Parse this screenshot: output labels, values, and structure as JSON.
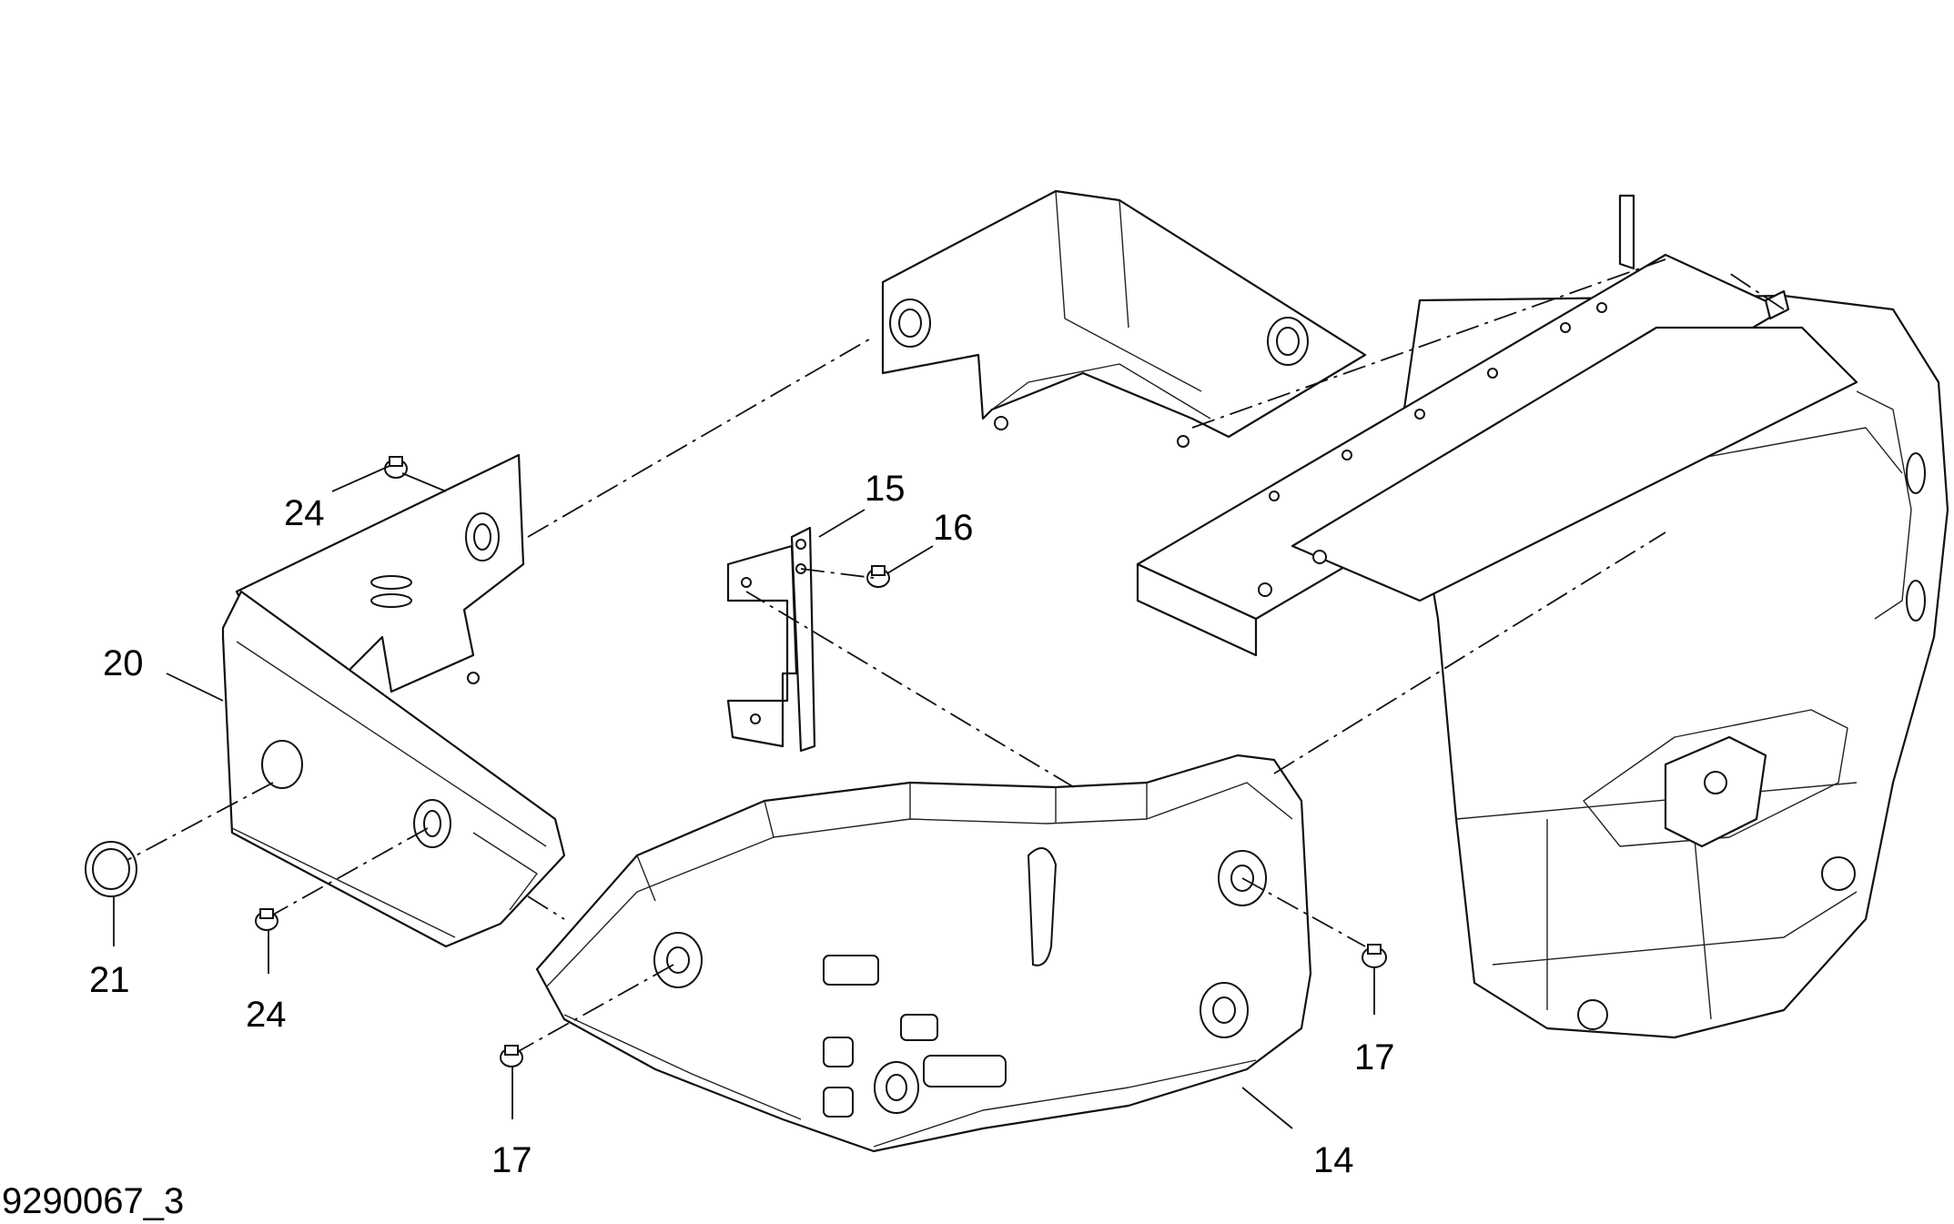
{
  "figure": {
    "id": "9290067_3",
    "callouts": [
      "24",
      "20",
      "21",
      "24",
      "15",
      "16",
      "17",
      "17",
      "14"
    ]
  }
}
